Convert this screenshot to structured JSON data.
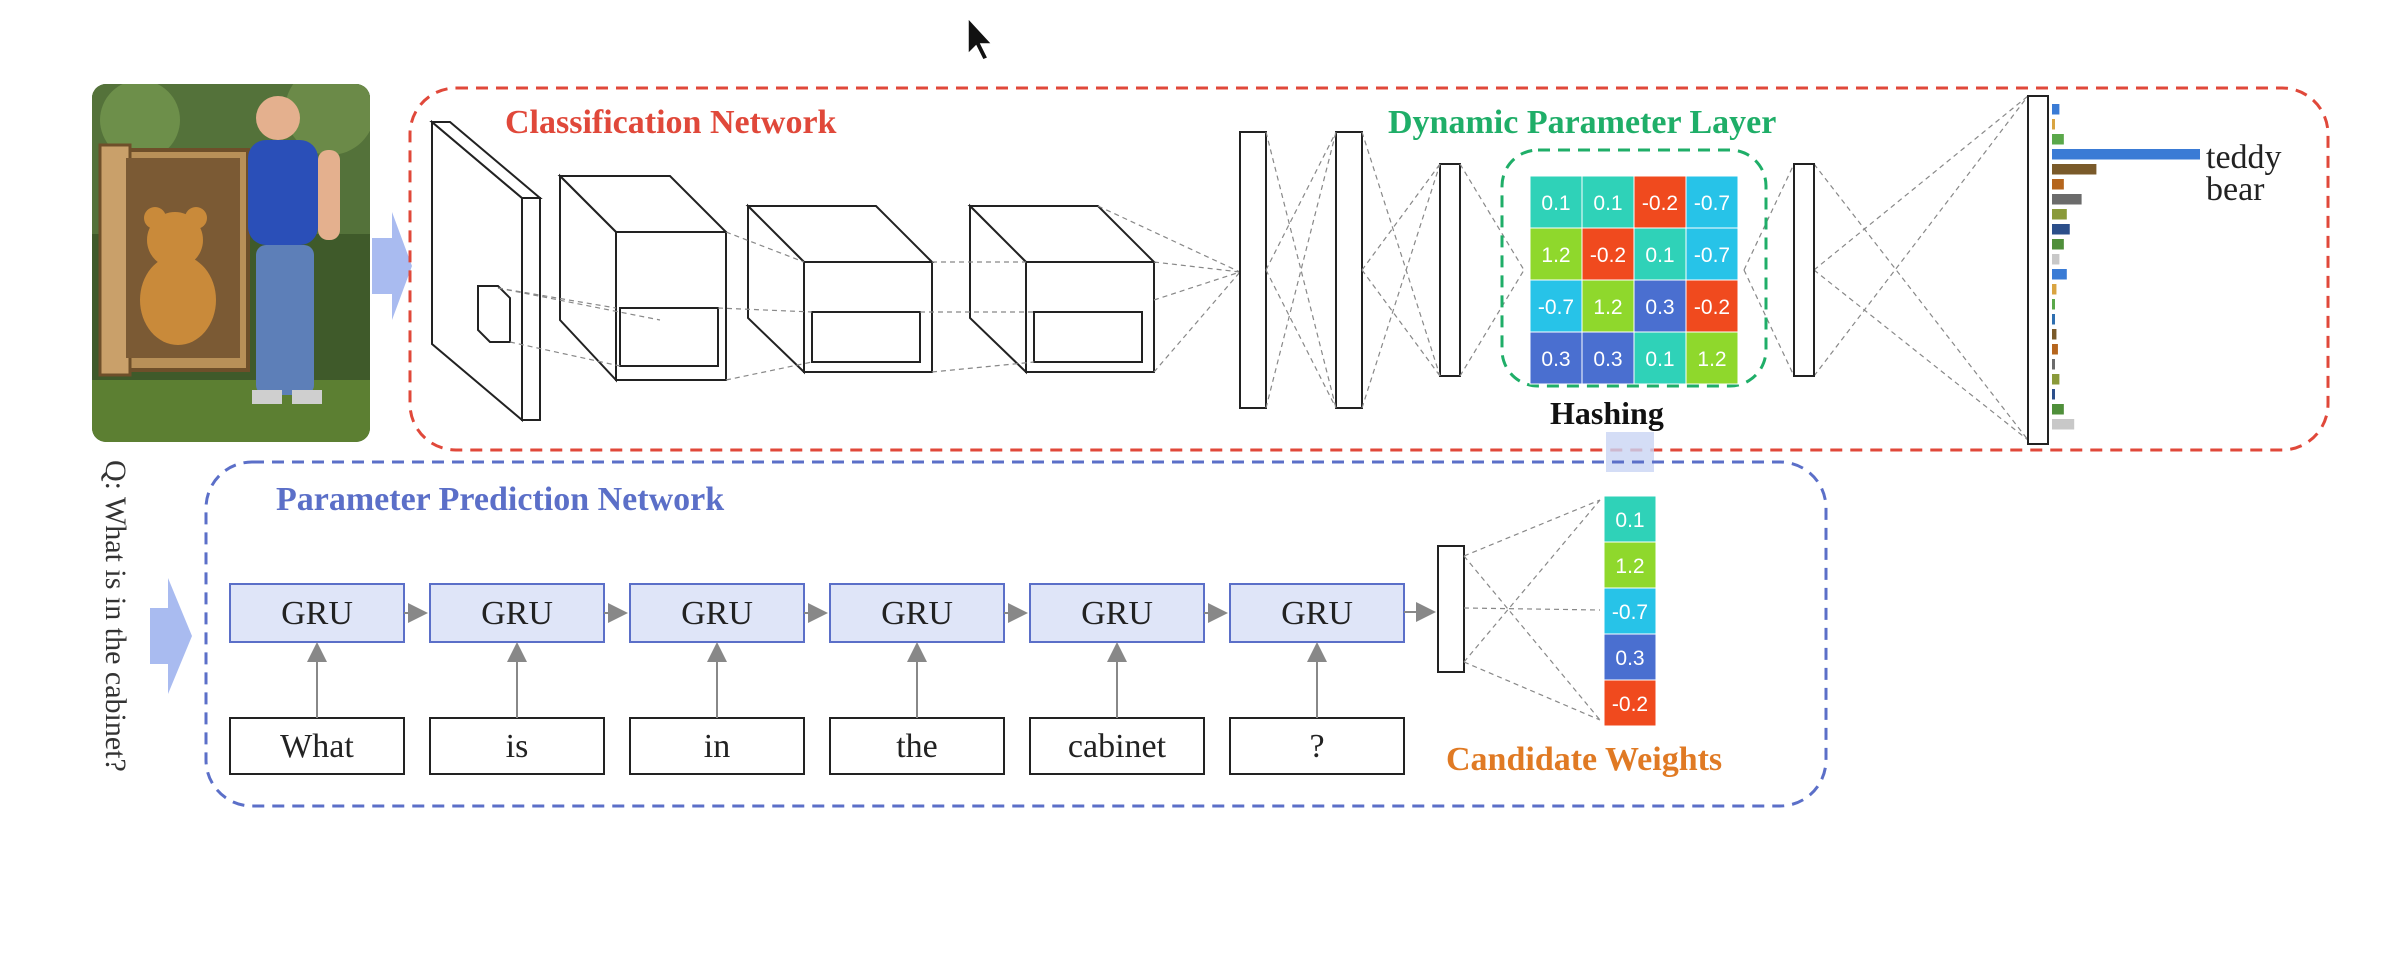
{
  "titles": {
    "classification": "Classification Network",
    "dynamic": "Dynamic Parameter Layer",
    "parameter_prediction": "Parameter Prediction Network",
    "candidate": "Candidate Weights",
    "hashing": "Hashing"
  },
  "question": "Q: What is in the cabinet?",
  "gru_label": "GRU",
  "words": [
    "What",
    "is",
    "in",
    "the",
    "cabinet",
    "?"
  ],
  "answer": {
    "line1": "teddy",
    "line2": "bear"
  },
  "weight_matrix": [
    [
      "0.1",
      "0.1",
      "-0.2",
      "-0.7"
    ],
    [
      "1.2",
      "-0.2",
      "0.1",
      "-0.7"
    ],
    [
      "-0.7",
      "1.2",
      "0.3",
      "-0.2"
    ],
    [
      "0.3",
      "0.3",
      "0.1",
      "1.2"
    ]
  ],
  "candidate_weights": [
    "0.1",
    "1.2",
    "-0.7",
    "0.3",
    "-0.2"
  ],
  "colors": {
    "classification": "#e0483a",
    "dynamic": "#1fae68",
    "parameter_prediction": "#5b6fc8",
    "candidate": "#e07a24",
    "value_colors": {
      "0.1": "#2fd2b8",
      "1.2": "#8fd82c",
      "-0.2": "#f04a1e",
      "-0.7": "#27c3e8",
      "0.3": "#4a6fd0"
    },
    "gru_fill": "#dfe5f8",
    "gru_border": "#5b6fc8",
    "arrow_fill": "#a9bbf0"
  },
  "answer_distribution": [
    0.05,
    0.02,
    0.08,
    1.0,
    0.3,
    0.08,
    0.2,
    0.1,
    0.12,
    0.08,
    0.05,
    0.1,
    0.03,
    0.02,
    0.02,
    0.03,
    0.04,
    0.02,
    0.05,
    0.02,
    0.08,
    0.15
  ]
}
